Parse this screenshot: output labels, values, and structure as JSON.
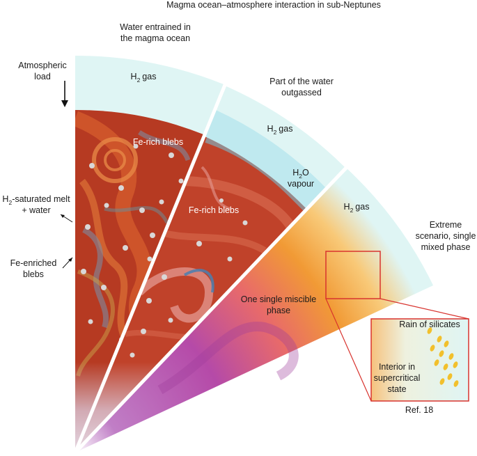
{
  "title": "Magma ocean–atmosphere interaction in sub-Neptunes",
  "panel_a": {
    "header": [
      "Water entrained in",
      "the magma ocean"
    ],
    "gas_label": "gas",
    "gas_symbol": "H",
    "gas_sub": "2",
    "blebs_label": "Fe-rich blebs"
  },
  "panel_b": {
    "header": [
      "Part of the water",
      "outgassed"
    ],
    "gas_label": "gas",
    "gas_symbol": "H",
    "gas_sub": "2",
    "vapour_symbol": "H",
    "vapour_sub": "2",
    "vapour_o": "O",
    "vapour_label": "vapour",
    "blebs_label": "Fe-rich blebs"
  },
  "panel_c": {
    "header": [
      "Extreme",
      "scenario, single",
      "mixed phase"
    ],
    "gas_label": "gas",
    "gas_symbol": "H",
    "gas_sub": "2",
    "phase_label": [
      "One single miscible",
      "phase"
    ]
  },
  "left_annotations": {
    "atm_load": [
      "Atmospheric",
      "load"
    ],
    "melt_1_pre": "H",
    "melt_1_sub": "2",
    "melt_1_post": "-saturated melt",
    "melt_2": "+ water",
    "blebs": [
      "Fe-enriched",
      "blebs"
    ]
  },
  "inset": {
    "rain": "Rain of silicates",
    "interior": [
      "Interior in",
      "supercritical",
      "state"
    ],
    "ref": "Ref. 18"
  },
  "colors": {
    "gas": "#dff5f4",
    "magma": "#c0422a",
    "gradient_orange": "#f19a35",
    "gradient_purple": "#a24ab0",
    "inset_frame": "#d8332e",
    "rain": "#f2c02c"
  }
}
